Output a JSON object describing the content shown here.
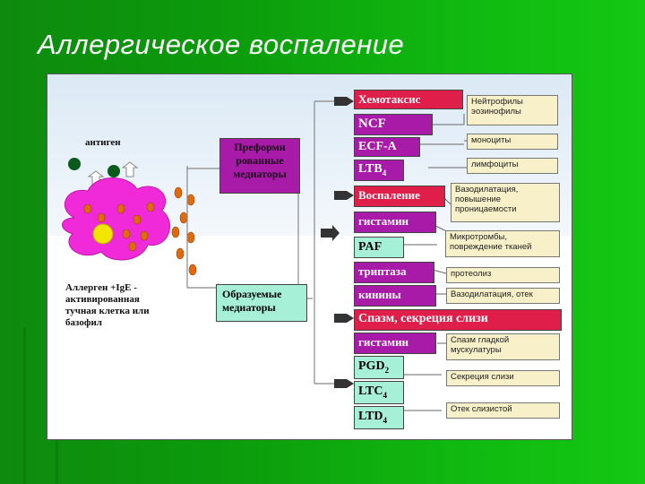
{
  "slide": {
    "title": "Аллергическое воспаление"
  },
  "diagram": {
    "antigen_label": "антиген",
    "cell_caption": [
      "Аллерген +IgE -",
      "активированная",
      "тучная клетка или",
      "базофил"
    ],
    "preformed_label": [
      "Преформи",
      "рованные",
      "медиаторы"
    ],
    "formed_label": [
      "Образуемые",
      "медиаторы"
    ],
    "mediators": [
      {
        "label": "Хемотаксис",
        "color": "red"
      },
      {
        "label": "NCF",
        "color": "purple"
      },
      {
        "label": "ECF-A",
        "color": "purple"
      },
      {
        "label": "LTB",
        "sub": "4",
        "color": "purple"
      },
      {
        "label": "Воспаление",
        "color": "red"
      },
      {
        "label": "гистамин",
        "color": "purple"
      },
      {
        "label": "PAF",
        "color": "cyan"
      },
      {
        "label": "триптаза",
        "color": "purple"
      },
      {
        "label": "кинины",
        "color": "purple"
      },
      {
        "label": "Спазм, секреция слизи",
        "color": "red"
      },
      {
        "label": "гистамин",
        "color": "purple"
      },
      {
        "label": "PGD",
        "sub": "2",
        "color": "cyan"
      },
      {
        "label": "LTC",
        "sub": "4",
        "color": "cyan"
      },
      {
        "label": "LTD",
        "sub": "4",
        "color": "cyan"
      }
    ],
    "effects": [
      [
        "Нейтрофилы",
        "эозинофилы"
      ],
      [
        "моноциты"
      ],
      [
        "лимфоциты"
      ],
      [
        "Вазодилатация,",
        "повышение",
        "проницаемости"
      ],
      [
        "Микротромбы,",
        "повреждение тканей"
      ],
      [
        "протеолиз"
      ],
      [
        "Вазодилатация, отек"
      ],
      [
        "Спазм гладкой",
        "мускулатуры"
      ],
      [
        "Секреция слизи"
      ],
      [
        "Отек слизистой"
      ]
    ],
    "colors": {
      "red": "#e01e4a",
      "purple": "#a81aa8",
      "cyan": "#a6f0d8",
      "note": "#f8f0c8"
    }
  }
}
